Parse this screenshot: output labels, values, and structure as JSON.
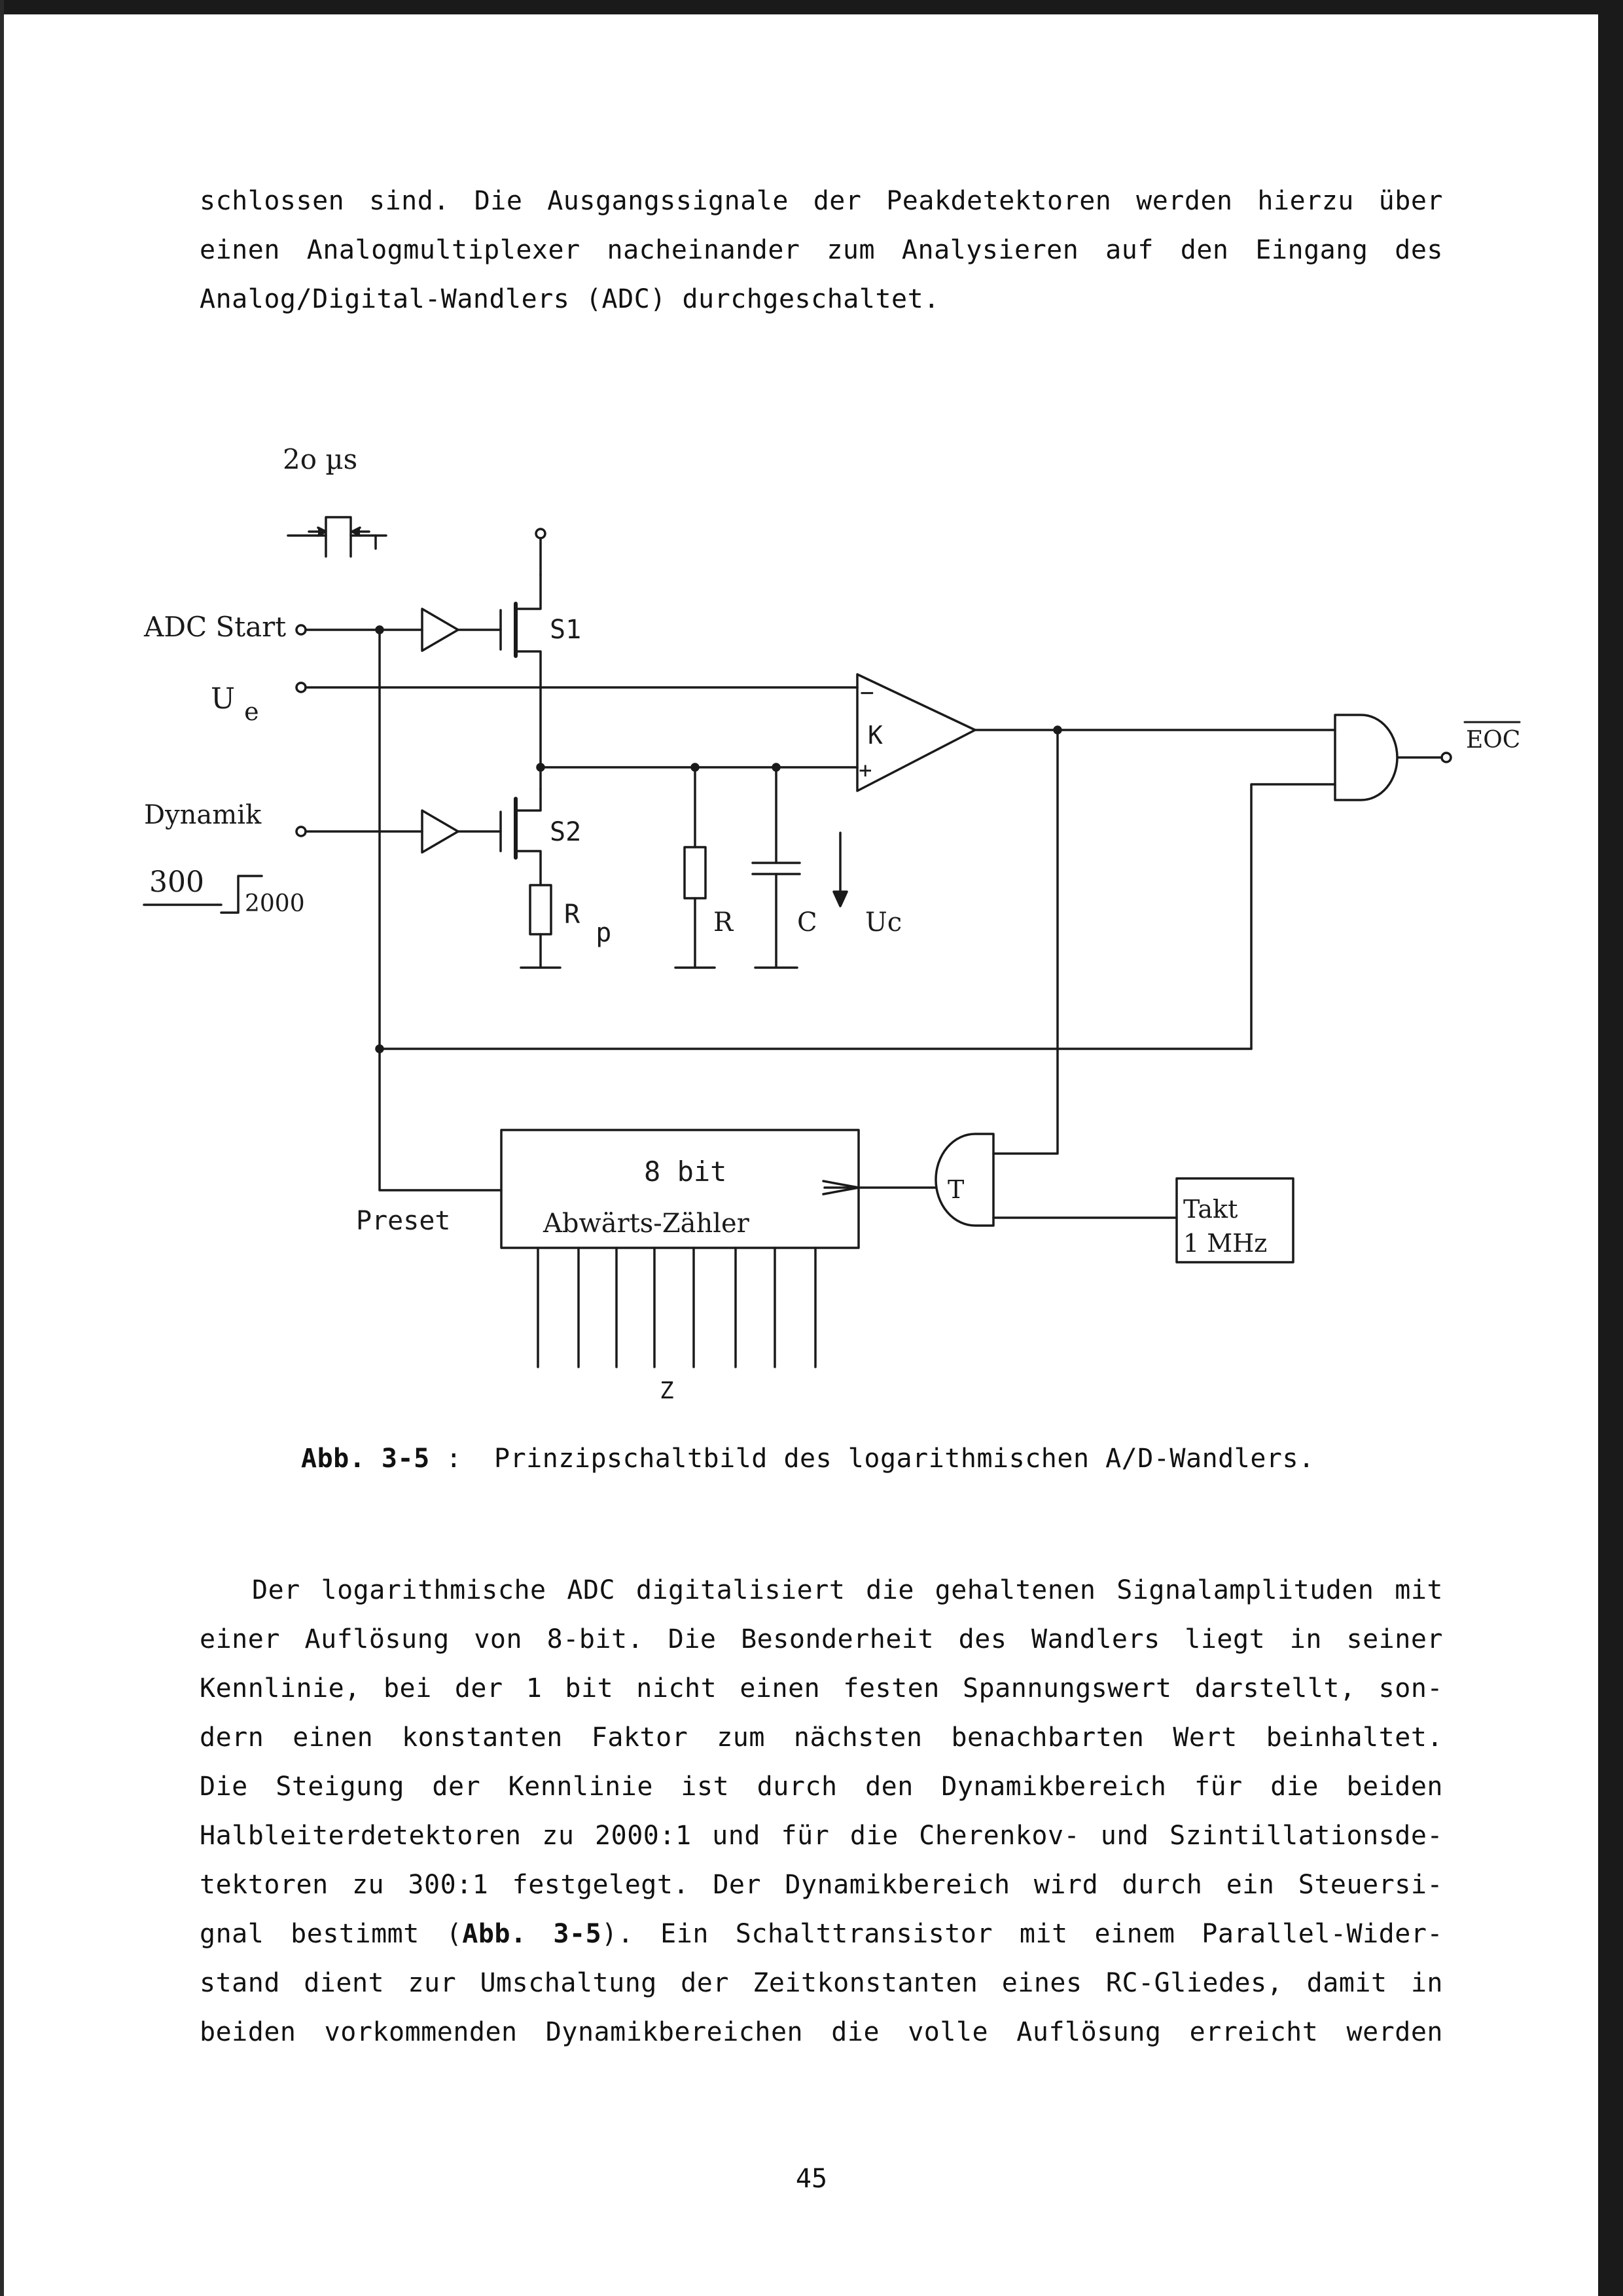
{
  "paragraph_top": {
    "lines": [
      "schlossen sind.  Die Ausgangssignale der Peakdetektoren werden hierzu über",
      "einen Analogmultiplexer nacheinander zum Analysieren auf den Eingang des",
      "Analog/Digital-Wandlers (ADC) durchgeschaltet."
    ]
  },
  "figure": {
    "labels": {
      "pulse_width": "2o µs",
      "adc_start": "ADC Start",
      "ue_main": "U",
      "ue_sub": "e",
      "dynamik": "Dynamik",
      "range_low": "300",
      "range_high": "2000",
      "s1": "S1",
      "s2": "S2",
      "rp_main": "R",
      "rp_sub": "p",
      "r": "R",
      "c": "C",
      "uc": "Uc",
      "comparator": "K",
      "minus": "−",
      "plus": "+",
      "eoc": "EOC",
      "counter_line1": "8 bit",
      "counter_line2": "Abwärts-Zähler",
      "preset": "Preset",
      "gate": "T",
      "clock_line1": "Takt",
      "clock_line2": "1 MHz",
      "output_bus": "Z"
    }
  },
  "caption": {
    "label": "Abb. 3-5",
    "separator": " :  ",
    "text": "Prinzipschaltbild des logarithmischen A/D-Wandlers."
  },
  "paragraph_bottom": {
    "lines": [
      "Der logarithmische ADC digitalisiert die gehaltenen Signalamplituden mit",
      "einer Auflösung von 8-bit.  Die Besonderheit des Wandlers liegt in seiner",
      "Kennlinie, bei der 1 bit nicht einen festen Spannungswert darstellt, son-",
      "dern einen konstanten Faktor zum nächsten benachbarten Wert beinhaltet.",
      "Die Steigung der Kennlinie ist durch den Dynamikbereich für die beiden",
      "Halbleiterdetektoren zu 2000:1 und für die Cherenkov- und Szintillationsde-",
      "tektoren zu 300:1 festgelegt.  Der Dynamikbereich wird durch ein Steuersi-",
      "gnal bestimmt (",
      "Abb. 3-5",
      ").  Ein Schalttransistor mit einem Parallel-Wider-",
      "stand dient zur Umschaltung der Zeitkonstanten eines RC-Gliedes, damit in",
      "beiden vorkommenden Dynamikbereichen die volle Auflösung erreicht werden"
    ]
  },
  "page_number": "45"
}
